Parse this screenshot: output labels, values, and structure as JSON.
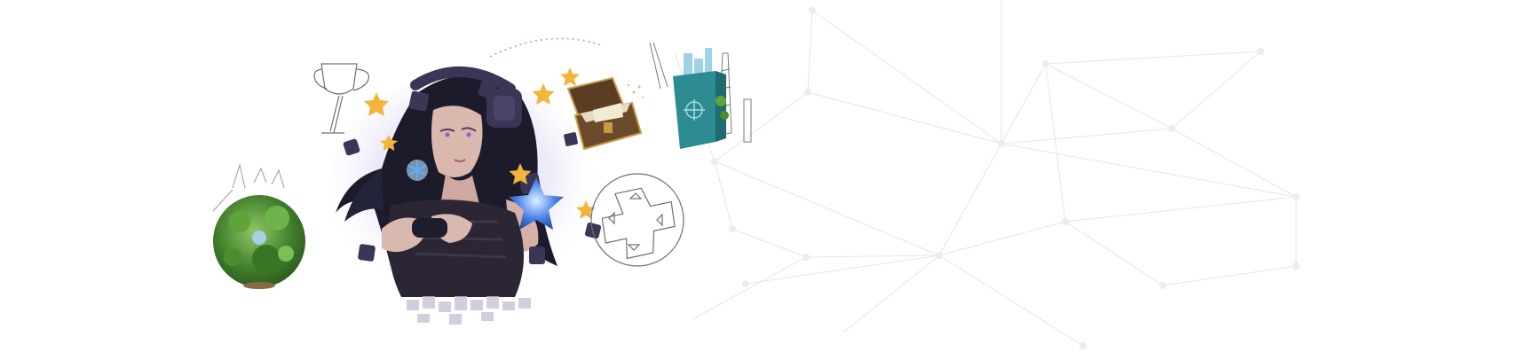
{
  "banner": {
    "colors": {
      "background": "#ffffff",
      "network_lines": "#e6e6e6",
      "network_nodes": "#ececec",
      "line_art": "#6f6f6f",
      "hair": "#1b1b2b",
      "skin": "#d9b8ae",
      "outfit": "#2c2634",
      "star_gold": "#f2b53a",
      "star_blue": "#3f6fd8",
      "cube_purple": "#3b3656",
      "chest_wood": "#6a4a2a",
      "gold_trim": "#c89a45",
      "passport_teal": "#2d8c92",
      "globe_green": "#4b8d2e",
      "arc_dots": "#9ccf86"
    },
    "illustrations": [
      "planet-globe-illustration",
      "trophy-icon",
      "gamer-girl-illustration",
      "treasure-chest-illustration",
      "passport-city-illustration",
      "dpad-icon",
      "star-icon",
      "snowflake-icon",
      "network-lines-decoration"
    ]
  }
}
